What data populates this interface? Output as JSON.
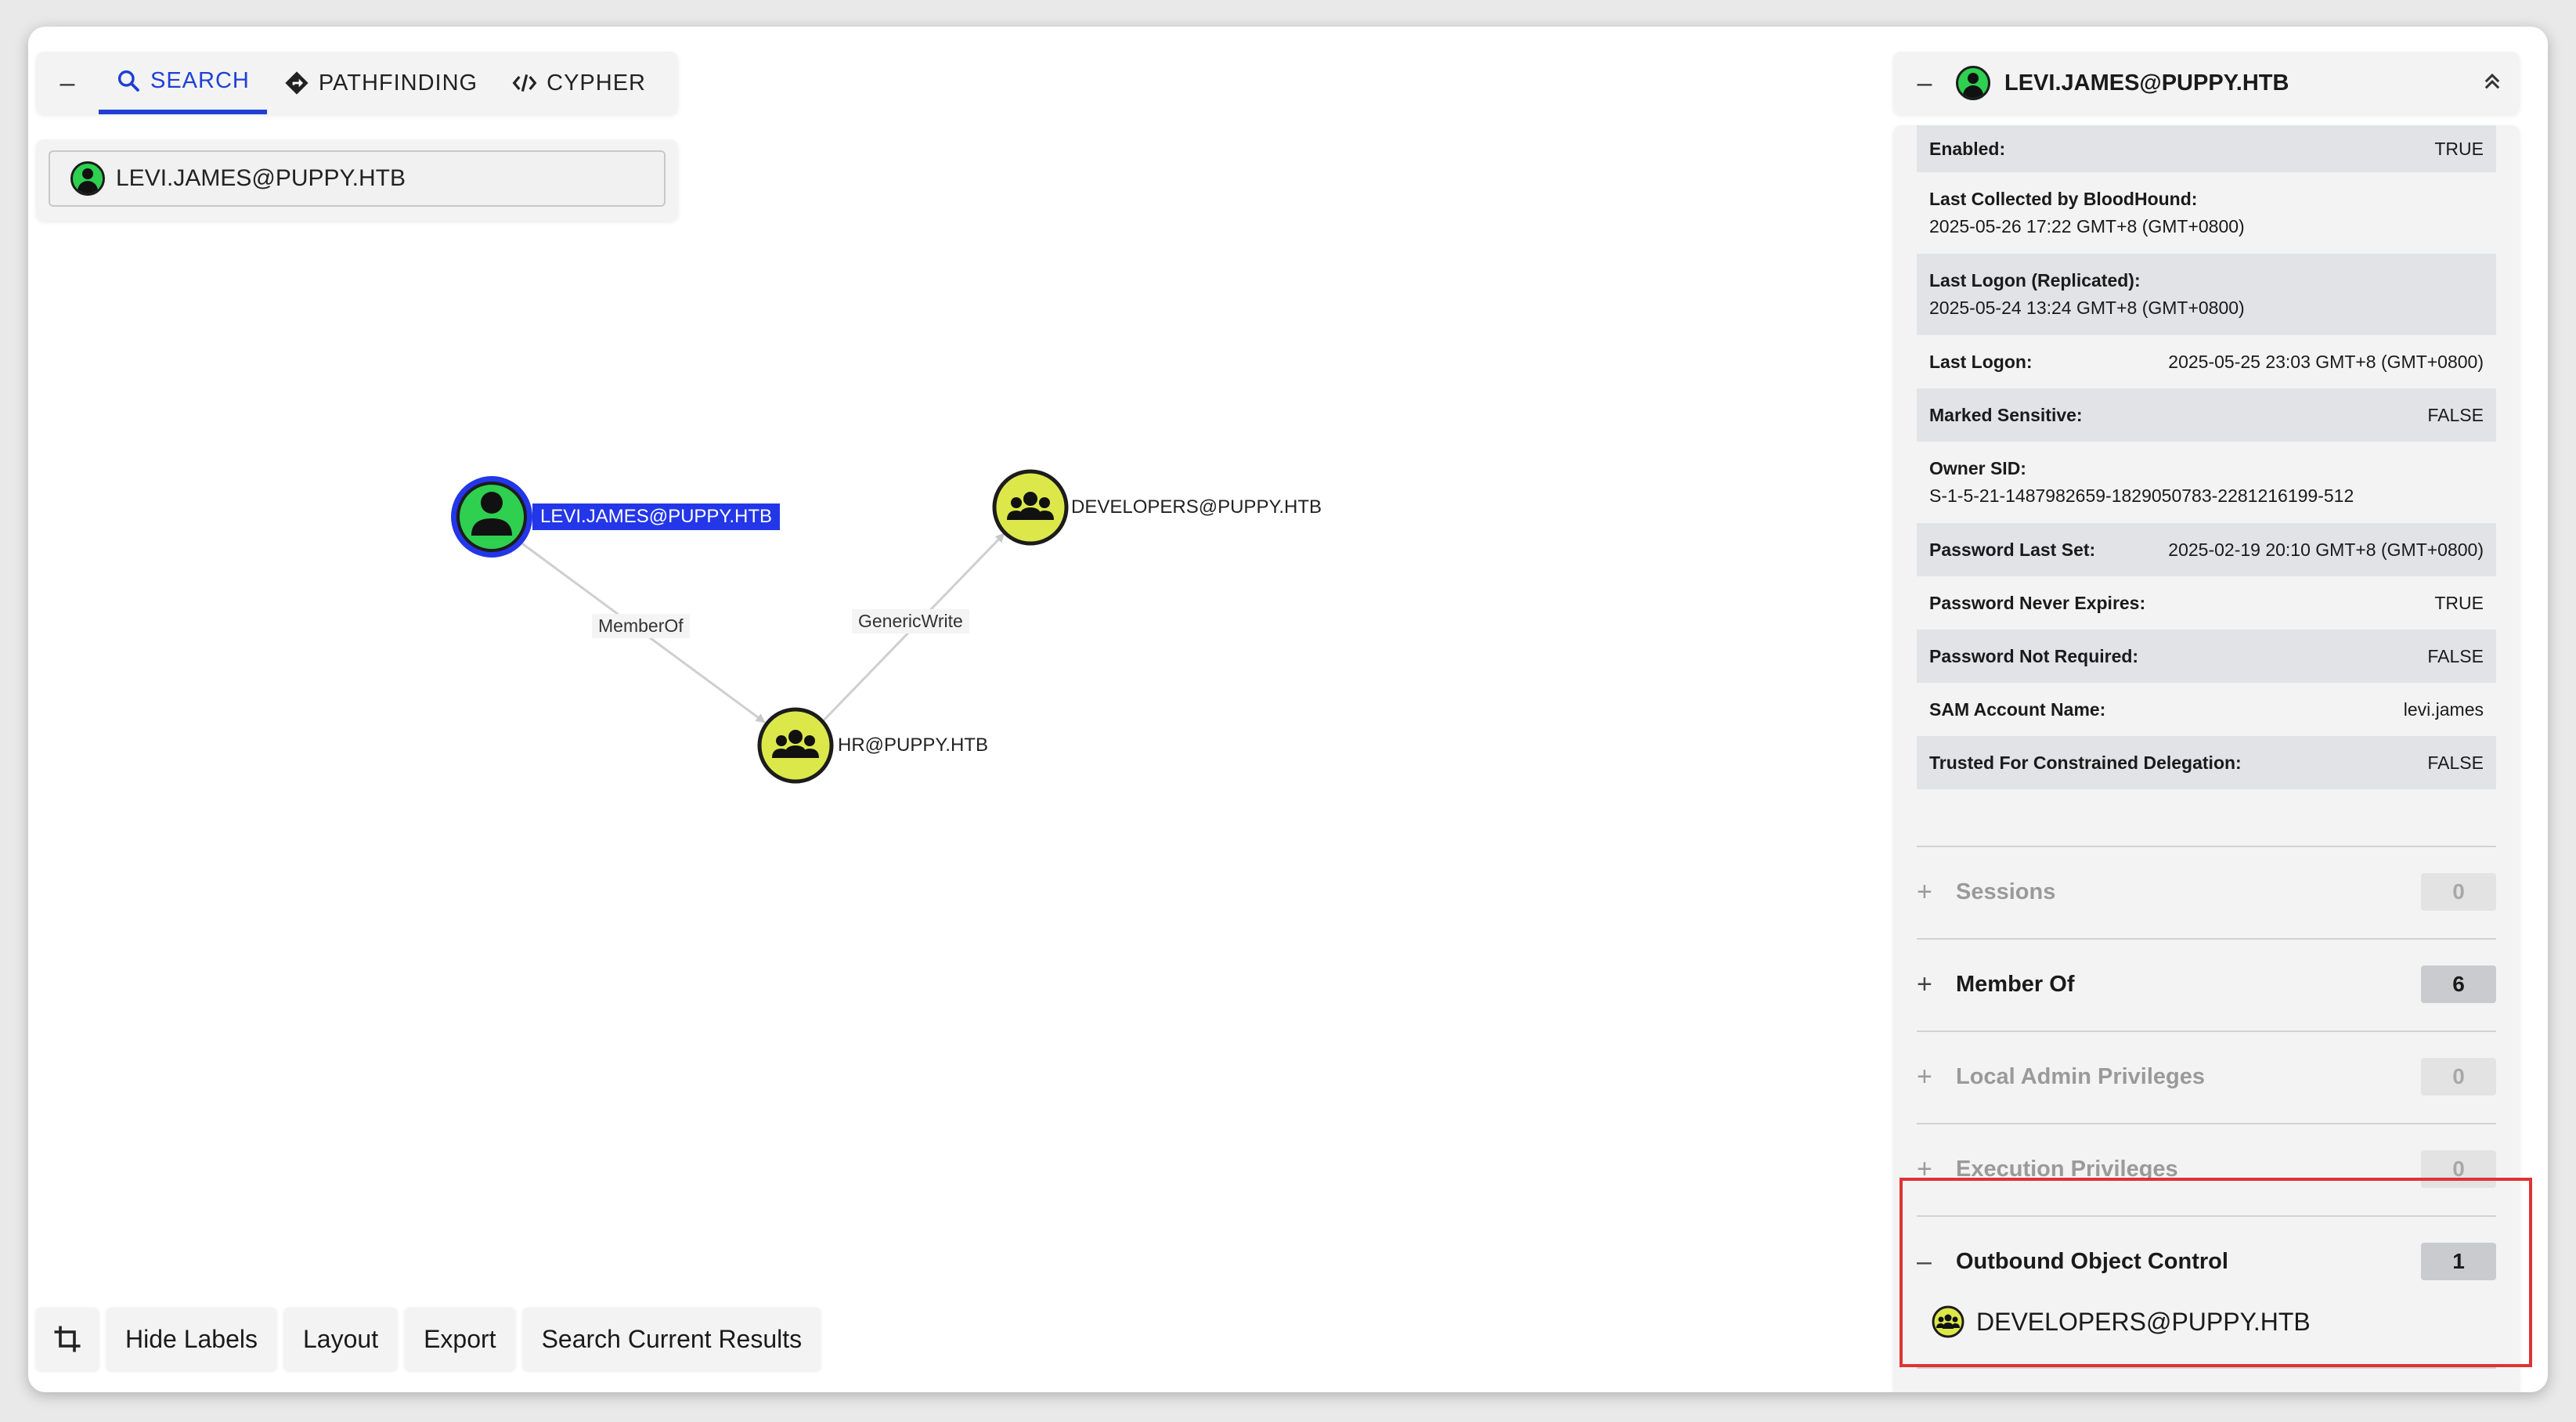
{
  "tabs": [
    {
      "label": "SEARCH",
      "icon": "search-icon"
    },
    {
      "label": "PATHFINDING",
      "icon": "pathfinding-icon"
    },
    {
      "label": "CYPHER",
      "icon": "code-icon"
    }
  ],
  "search": {
    "value": "LEVI.JAMES@PUPPY.HTB"
  },
  "graph": {
    "nodes": [
      {
        "label": "LEVI.JAMES@PUPPY.HTB",
        "type": "user",
        "selected": true
      },
      {
        "label": "DEVELOPERS@PUPPY.HTB",
        "type": "group"
      },
      {
        "label": "HR@PUPPY.HTB",
        "type": "group"
      }
    ],
    "edges": [
      {
        "label": "MemberOf",
        "from": "LEVI.JAMES@PUPPY.HTB",
        "to": "HR@PUPPY.HTB"
      },
      {
        "label": "GenericWrite",
        "from": "HR@PUPPY.HTB",
        "to": "DEVELOPERS@PUPPY.HTB"
      }
    ]
  },
  "toolbar": {
    "hide_labels": "Hide Labels",
    "layout": "Layout",
    "export": "Export",
    "search_current": "Search Current Results"
  },
  "sidebar": {
    "title": "LEVI.JAMES@PUPPY.HTB",
    "properties": [
      {
        "key": "Enabled:",
        "value": "TRUE"
      },
      {
        "key": "Last Collected by BloodHound:",
        "value": "2025-05-26 17:22 GMT+8 (GMT+0800)"
      },
      {
        "key": "Last Logon (Replicated):",
        "value": "2025-05-24 13:24 GMT+8 (GMT+0800)"
      },
      {
        "key": "Last Logon:",
        "value": "2025-05-25 23:03 GMT+8 (GMT+0800)"
      },
      {
        "key": "Marked Sensitive:",
        "value": "FALSE"
      },
      {
        "key": "Owner SID:",
        "value": "S-1-5-21-1487982659-1829050783-2281216199-512"
      },
      {
        "key": "Password Last Set:",
        "value": "2025-02-19 20:10 GMT+8 (GMT+0800)"
      },
      {
        "key": "Password Never Expires:",
        "value": "TRUE"
      },
      {
        "key": "Password Not Required:",
        "value": "FALSE"
      },
      {
        "key": "SAM Account Name:",
        "value": "levi.james"
      },
      {
        "key": "Trusted For Constrained Delegation:",
        "value": "FALSE"
      }
    ],
    "sections": [
      {
        "name": "Sessions",
        "count": "0",
        "sign": "+"
      },
      {
        "name": "Member Of",
        "count": "6",
        "sign": "+"
      },
      {
        "name": "Local Admin Privileges",
        "count": "0",
        "sign": "+"
      },
      {
        "name": "Execution Privileges",
        "count": "0",
        "sign": "+"
      },
      {
        "name": "Outbound Object Control",
        "count": "1",
        "sign": "–"
      }
    ],
    "outbound_items": [
      {
        "label": "DEVELOPERS@PUPPY.HTB",
        "icon": "group-icon"
      }
    ]
  },
  "colors": {
    "accent": "#1f3fd6",
    "user_node": "#2fcf50",
    "group_node": "#dce84a",
    "selected_ring": "#2336e8",
    "highlight": "#e03333"
  }
}
